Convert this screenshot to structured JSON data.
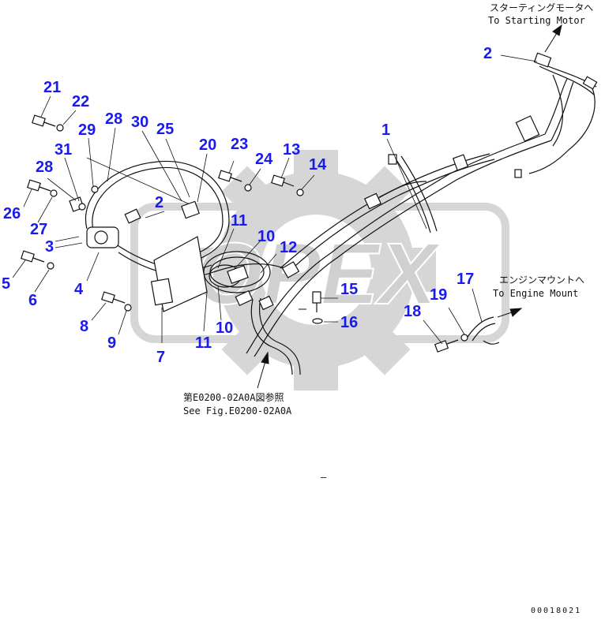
{
  "labels": {
    "n1": "1",
    "n2a": "2",
    "n2b": "2",
    "n3": "3",
    "n4": "4",
    "n5": "5",
    "n6": "6",
    "n7": "7",
    "n8": "8",
    "n9": "9",
    "n10a": "10",
    "n10b": "10",
    "n11a": "11",
    "n11b": "11",
    "n12": "12",
    "n13": "13",
    "n14": "14",
    "n15": "15",
    "n16": "16",
    "n17": "17",
    "n18": "18",
    "n19": "19",
    "n20": "20",
    "n21": "21",
    "n22": "22",
    "n23": "23",
    "n24": "24",
    "n25": "25",
    "n26": "26",
    "n27": "27",
    "n28a": "28",
    "n28b": "28",
    "n29": "29",
    "n30": "30",
    "n31": "31"
  },
  "notes": {
    "starting_motor_jp": "スターティングモータへ",
    "starting_motor_en": "To Starting Motor",
    "engine_mount_jp": "エンジンマウントへ",
    "engine_mount_en": "To Engine Mount",
    "see_fig_jp": "第E0200-02A0A図参照",
    "see_fig_en": "See Fig.E0200-02A0A",
    "dash_mark": "–"
  },
  "document_number": "00018021",
  "watermark": "OPEX",
  "colors": {
    "label": "#1a1aee",
    "line": "#111111",
    "watermark": "#d4d4d4"
  }
}
